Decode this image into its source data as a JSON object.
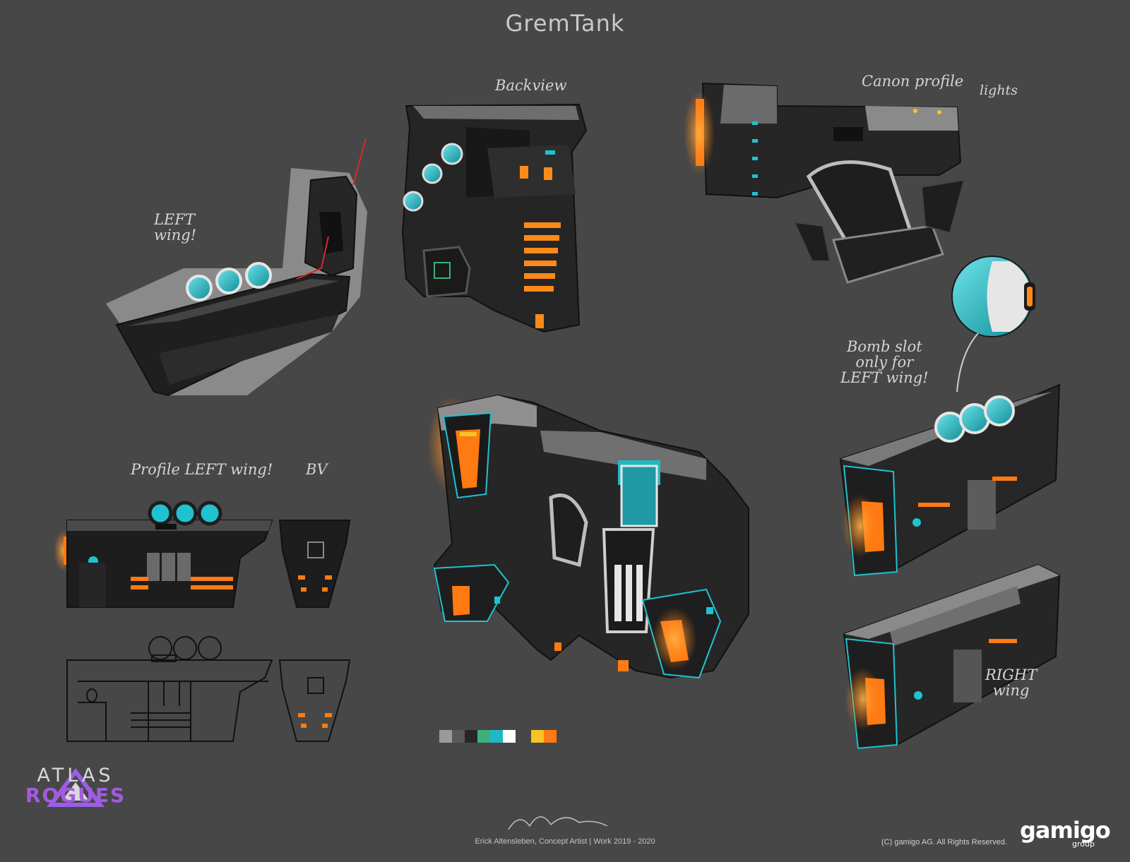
{
  "sheet_title": "GremTank",
  "annotations": {
    "backview": "Backview",
    "left_wing": "LEFT\nwing!",
    "canon_profile": "Canon profile",
    "lights": "lights",
    "bomb_slot": "Bomb slot\nonly for\nLEFT wing!",
    "profile_left_wing": "Profile LEFT wing!",
    "bv": "BV",
    "right_wing": "RIGHT\nwing"
  },
  "branding": {
    "logo_line1": "ATLAS",
    "logo_line2": "ROGUES",
    "publisher_word": "gamigo",
    "publisher_sub": "group"
  },
  "footer": {
    "credit": "Erick Altensleben, Concept Artist | Work 2019 - 2020",
    "copyright": "(C) gamigo AG. All Rights Reserved."
  },
  "palette": [
    "#9a9a9a",
    "#595959",
    "#262626",
    "#3bb07a",
    "#1fb8c4",
    "#ffffff",
    "#f7c326",
    "#ff7a12"
  ],
  "colors": {
    "background": "#474747",
    "glow_orange": "#ff8a1a",
    "teal": "#21c2cf"
  }
}
